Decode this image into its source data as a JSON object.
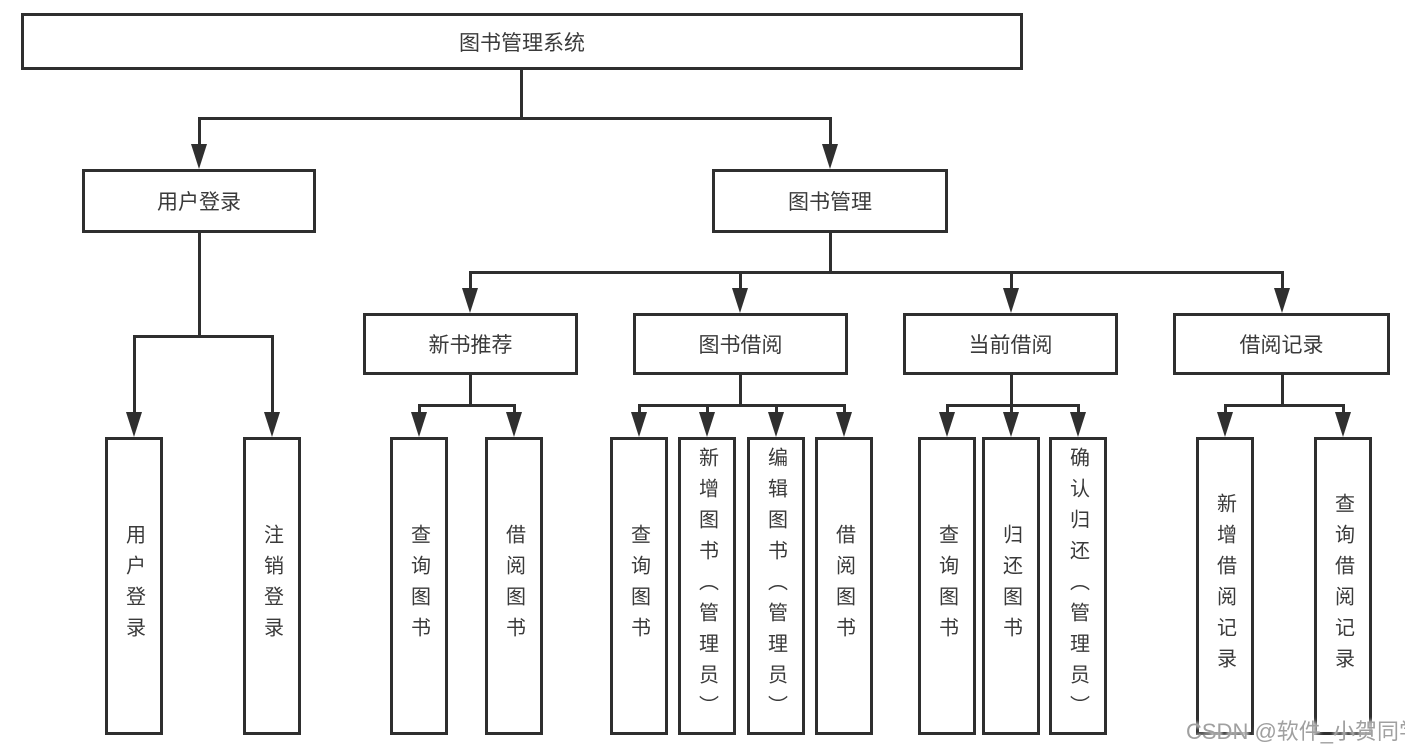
{
  "tree": {
    "root_label": "图书管理系统",
    "user_login": {
      "label": "用户登录",
      "children": [
        {
          "label": "用户登录"
        },
        {
          "label": "注销登录"
        }
      ]
    },
    "book_mgmt": {
      "label": "图书管理",
      "groups": [
        {
          "label": "新书推荐",
          "children": [
            {
              "label": "查询图书"
            },
            {
              "label": "借阅图书"
            }
          ]
        },
        {
          "label": "图书借阅",
          "children": [
            {
              "label": "查询图书"
            },
            {
              "label": "新增图书（管理员）"
            },
            {
              "label": "编辑图书（管理员）"
            },
            {
              "label": "借阅图书"
            }
          ]
        },
        {
          "label": "当前借阅",
          "children": [
            {
              "label": "查询图书"
            },
            {
              "label": "归还图书"
            },
            {
              "label": "确认归还（管理员）"
            }
          ]
        },
        {
          "label": "借阅记录",
          "children": [
            {
              "label": "新增借阅记录"
            },
            {
              "label": "查询借阅记录"
            }
          ]
        }
      ]
    }
  },
  "watermark": "CSDN @软件_小贺同学",
  "colors": {
    "line": "#2f2f2f",
    "text": "#3a3a3a",
    "watermark": "#a0a0a0"
  }
}
